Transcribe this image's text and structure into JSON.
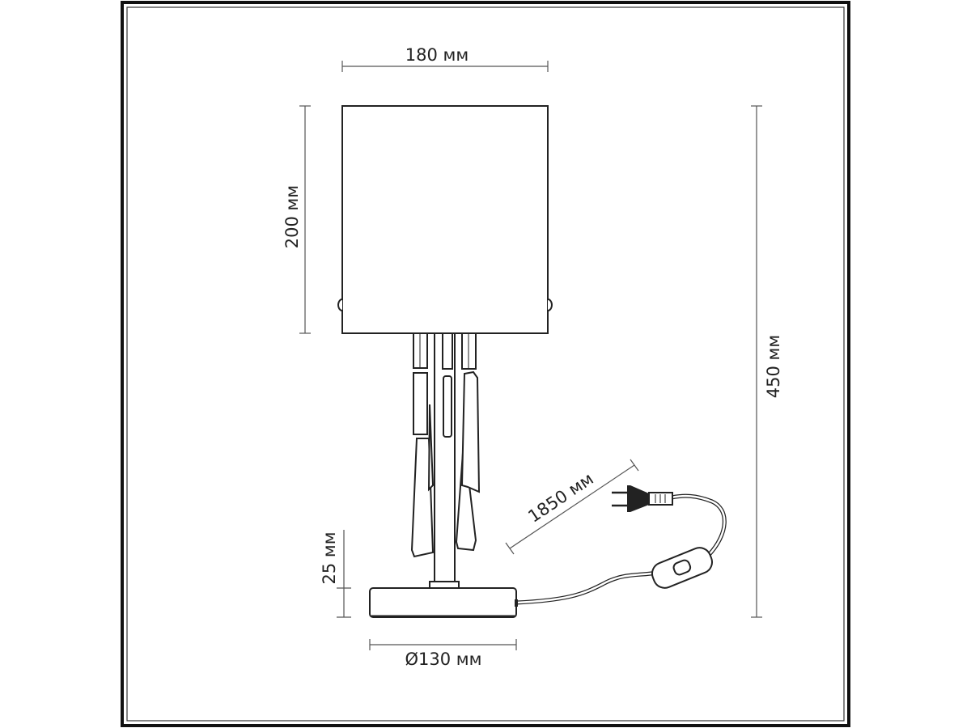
{
  "drawing": {
    "dimensions": {
      "shade_width": "180 мм",
      "shade_height": "200 мм",
      "total_height": "450 мм",
      "base_height": "25 мм",
      "base_diameter": "Ø130 мм",
      "cord_length": "1850 мм"
    }
  }
}
